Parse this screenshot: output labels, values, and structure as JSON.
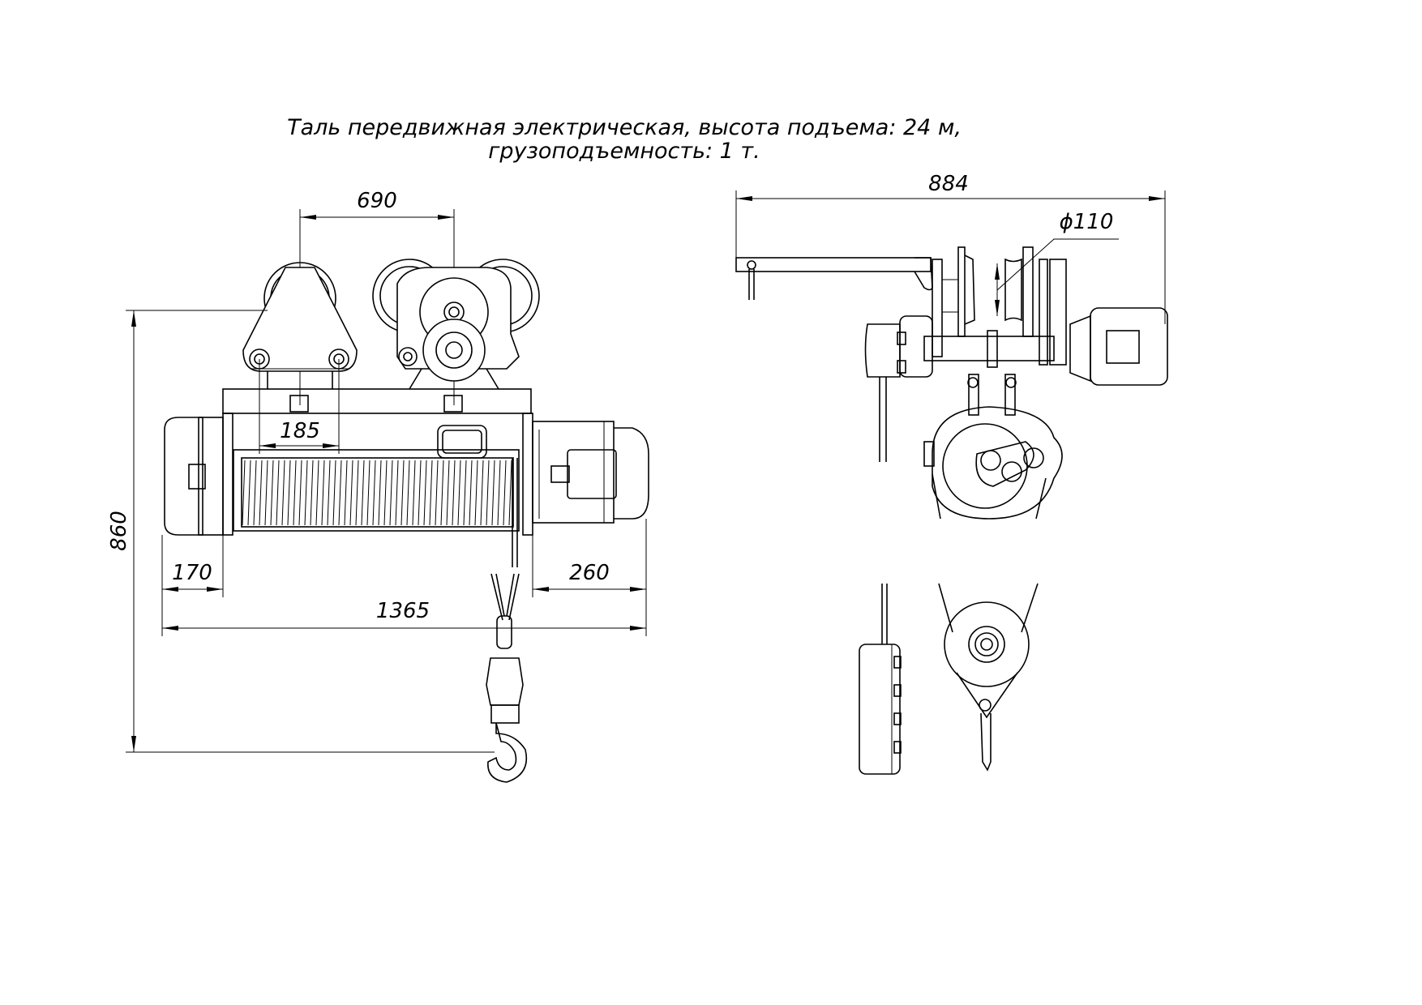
{
  "title": {
    "line1": "Таль передвижная электрическая, высота подъема: 24 м,",
    "line2": "грузоподъемность: 1 т."
  },
  "front_view": {
    "dimensions": {
      "wheel_base": "690",
      "bolt_spacing": "185",
      "left_overhang": "170",
      "right_overhang": "260",
      "overall_length": "1365",
      "overall_height": "860"
    }
  },
  "side_view": {
    "dimensions": {
      "overall_width": "884",
      "wheel_diameter": "ϕ110"
    }
  }
}
